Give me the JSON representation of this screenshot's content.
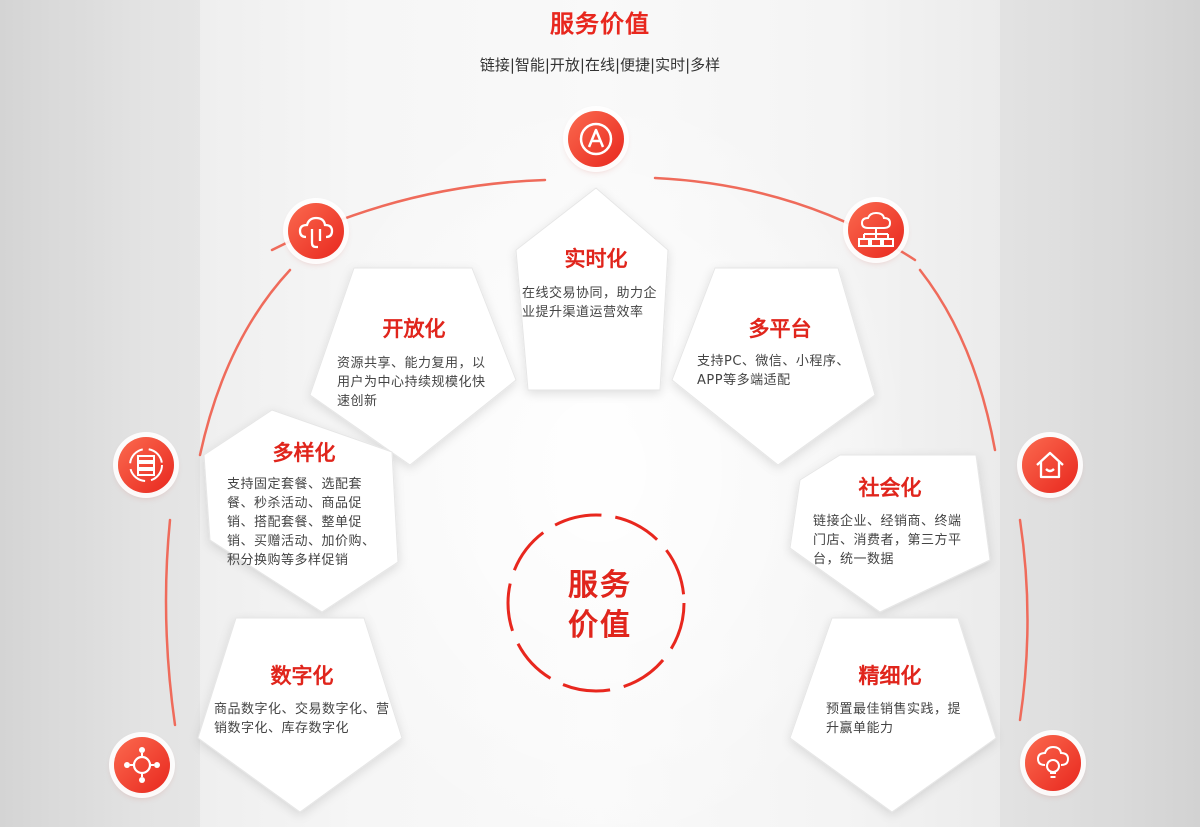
{
  "header": {
    "title": "服务价值",
    "subtitle": "链接|智能|开放|在线|便捷|实时|多样"
  },
  "center": {
    "line1": "服务",
    "line2": "价值"
  },
  "cards": [
    {
      "title": "实时化",
      "desc": "在线交易协同，助力企业提升渠道运营效率"
    },
    {
      "title": "开放化",
      "desc": "资源共享、能力复用，以用户为中心持续规模化快速创新"
    },
    {
      "title": "多平台",
      "desc": "支持PC、微信、小程序、APP等多端适配"
    },
    {
      "title": "多样化",
      "desc": "支持固定套餐、选配套餐、秒杀活动、商品促销、搭配套餐、整单促销、买赠活动、加价购、积分换购等多样促销"
    },
    {
      "title": "社会化",
      "desc": "链接企业、经销商、终端门店、消费者，第三方平台，统一数据"
    },
    {
      "title": "数字化",
      "desc": "商品数字化、交易数字化、营销数字化、库存数字化"
    },
    {
      "title": "精细化",
      "desc": "预置最佳销售实践，提升赢单能力"
    }
  ],
  "icons": [
    "letter-a-icon",
    "cloud-plug-icon",
    "cloud-network-icon",
    "server-stack-icon",
    "home-icon",
    "hub-nodes-icon",
    "cloud-bulb-icon"
  ],
  "colors": {
    "accent": "#e0251c",
    "arc": "#ef6b5b",
    "text": "#444444"
  }
}
